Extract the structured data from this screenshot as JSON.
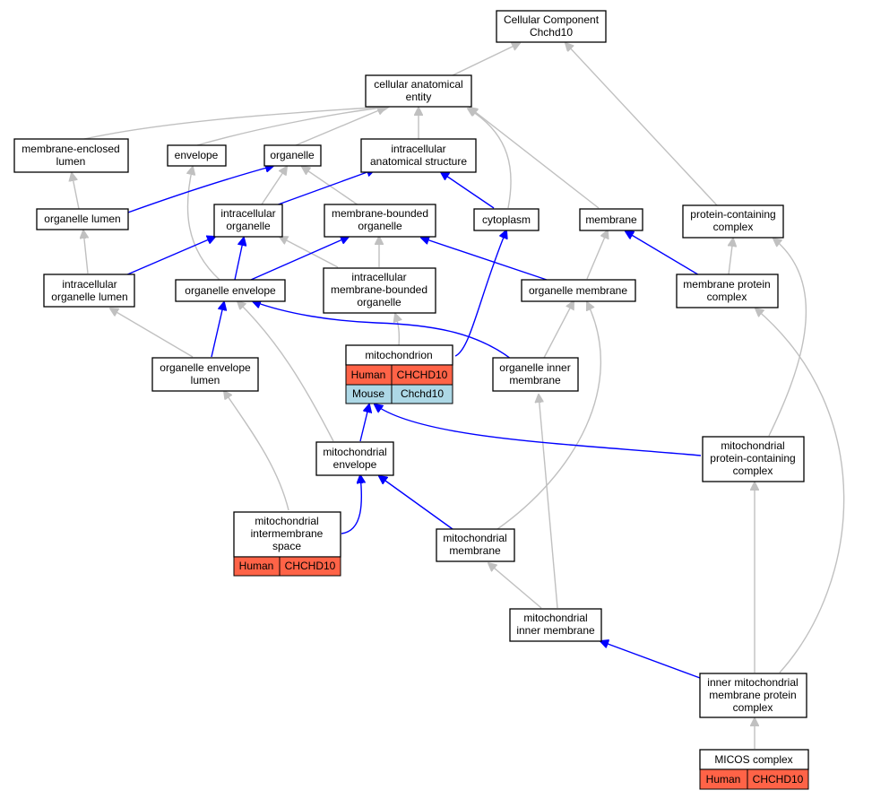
{
  "colors": {
    "human": "#ff6347",
    "mouse": "#add8e6",
    "part_of": "#0000ff",
    "is_a": "#c0c0c0"
  },
  "nodes": {
    "root": [
      "Cellular Component",
      "Chchd10"
    ],
    "cae": [
      "cellular anatomical",
      "entity"
    ],
    "mel": [
      "membrane-enclosed",
      "lumen"
    ],
    "envelope": [
      "envelope"
    ],
    "organelle": [
      "organelle"
    ],
    "ias": [
      "intracellular",
      "anatomical structure"
    ],
    "ol": [
      "organelle lumen"
    ],
    "io": [
      "intracellular",
      "organelle"
    ],
    "mbo": [
      "membrane-bounded",
      "organelle"
    ],
    "cyto": [
      "cytoplasm"
    ],
    "membrane": [
      "membrane"
    ],
    "pcc": [
      "protein-containing",
      "complex"
    ],
    "iol": [
      "intracellular",
      "organelle lumen"
    ],
    "oe": [
      "organelle envelope"
    ],
    "imbo": [
      "intracellular",
      "membrane-bounded",
      "organelle"
    ],
    "om": [
      "organelle membrane"
    ],
    "mpc": [
      "membrane protein",
      "complex"
    ],
    "oel": [
      "organelle envelope",
      "lumen"
    ],
    "mito": [
      "mitochondrion"
    ],
    "oim": [
      "organelle inner",
      "membrane"
    ],
    "me": [
      "mitochondrial",
      "envelope"
    ],
    "mpcc": [
      "mitochondrial",
      "protein-containing",
      "complex"
    ],
    "mis": [
      "mitochondrial",
      "intermembrane",
      "space"
    ],
    "mm": [
      "mitochondrial",
      "membrane"
    ],
    "mim": [
      "mitochondrial",
      "inner membrane"
    ],
    "impc": [
      "inner mitochondrial",
      "membrane protein",
      "complex"
    ],
    "micos": [
      "MICOS complex"
    ]
  },
  "annotations": {
    "mito": [
      {
        "species": "Human",
        "gene": "CHCHD10"
      },
      {
        "species": "Mouse",
        "gene": "Chchd10"
      }
    ],
    "mis": [
      {
        "species": "Human",
        "gene": "CHCHD10"
      }
    ],
    "micos": [
      {
        "species": "Human",
        "gene": "CHCHD10"
      }
    ]
  }
}
